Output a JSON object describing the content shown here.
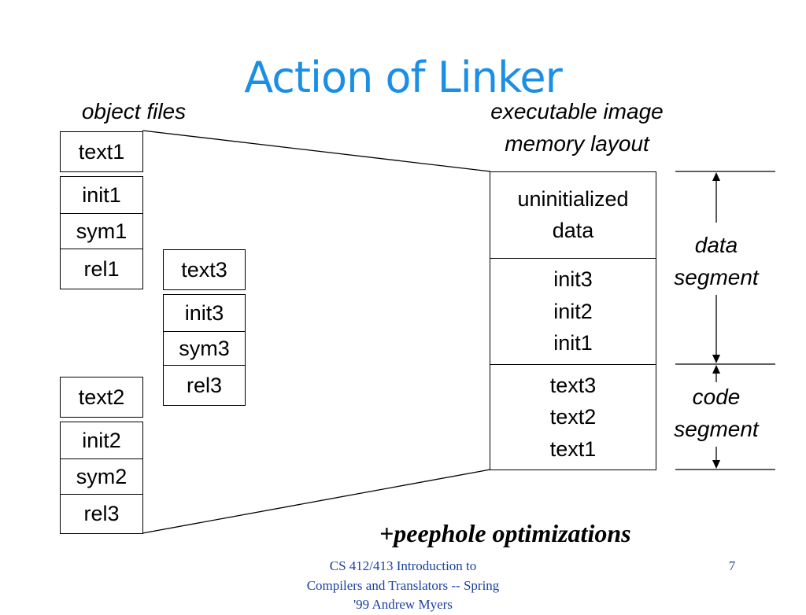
{
  "title": "Action of Linker",
  "object_files_caption": "object files",
  "image_caption": [
    "executable image",
    "memory layout"
  ],
  "object_file_1": [
    "text1",
    "init1",
    "sym1",
    "rel1"
  ],
  "object_file_2": [
    "text2",
    "init2",
    "sym2",
    "rel3"
  ],
  "object_file_3": [
    "text3",
    "init3",
    "sym3",
    "rel3"
  ],
  "memory_layout": {
    "uninitialized": [
      "uninitialized",
      "data"
    ],
    "initialized": [
      "init3",
      "init2",
      "init1"
    ],
    "code": [
      "text3",
      "text2",
      "text1"
    ]
  },
  "segments": {
    "data": [
      "data",
      "segment"
    ],
    "code": [
      "code",
      "segment"
    ]
  },
  "peephole": "+peephole optimizations",
  "footer": {
    "course": [
      "CS 412/413 Introduction to",
      "Compilers and Translators -- Spring",
      "'99    Andrew Myers"
    ],
    "page_number": "7"
  }
}
